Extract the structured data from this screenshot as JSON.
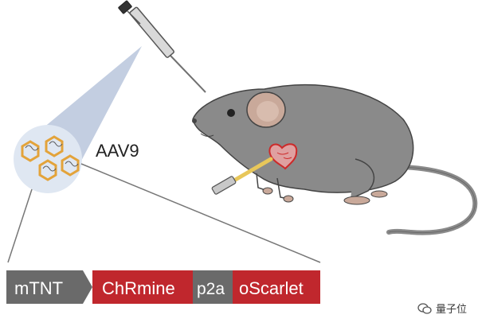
{
  "virus": {
    "label": "AAV9"
  },
  "construct": {
    "segments": [
      {
        "id": "mtnt",
        "label": "mTNT",
        "color": "#6a6a6a"
      },
      {
        "id": "chrmine",
        "label": "ChRmine",
        "color": "#c0272d"
      },
      {
        "id": "p2a",
        "label": "p2a",
        "color": "#6a6a6a"
      },
      {
        "id": "oscarlet",
        "label": "oScarlet",
        "color": "#c0272d"
      }
    ]
  },
  "watermark": {
    "text": "量子位",
    "icon": "chat-bubble-icon"
  },
  "colors": {
    "mouse_body": "#8a8a8a",
    "mouse_ear": "#c9a99a",
    "mouse_feet": "#c9a99a",
    "heart": "#cc2a2a",
    "fiber": "#e8c75a",
    "capsid": "#e3a33a",
    "zoom_cone": "#b8c6dc"
  }
}
